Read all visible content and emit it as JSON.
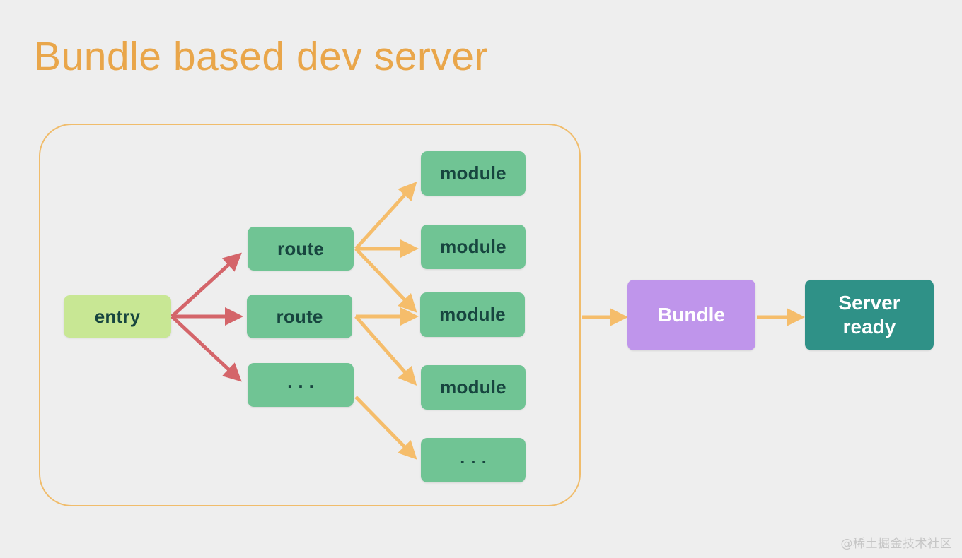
{
  "title": "Bundle based dev server",
  "watermark": "@稀土掘金技术社区",
  "colors": {
    "background": "#eeeeee",
    "title": "#e9a64a",
    "group_border": "#f0bc6b",
    "entry_fill": "#c8e794",
    "module_fill": "#70c494",
    "bundle_fill": "#bf95eb",
    "server_fill": "#2f9187",
    "node_text": "#17453f",
    "arrow_red": "#d4656a",
    "arrow_orange": "#f5bd6b"
  },
  "diagram": {
    "entry": {
      "label": "entry"
    },
    "routes": [
      {
        "label": "route"
      },
      {
        "label": "route"
      },
      {
        "label": "..."
      }
    ],
    "modules": [
      {
        "label": "module"
      },
      {
        "label": "module"
      },
      {
        "label": "module"
      },
      {
        "label": "module"
      },
      {
        "label": "..."
      }
    ],
    "bundle": {
      "label": "Bundle"
    },
    "server": {
      "label": "Server\nready"
    }
  }
}
